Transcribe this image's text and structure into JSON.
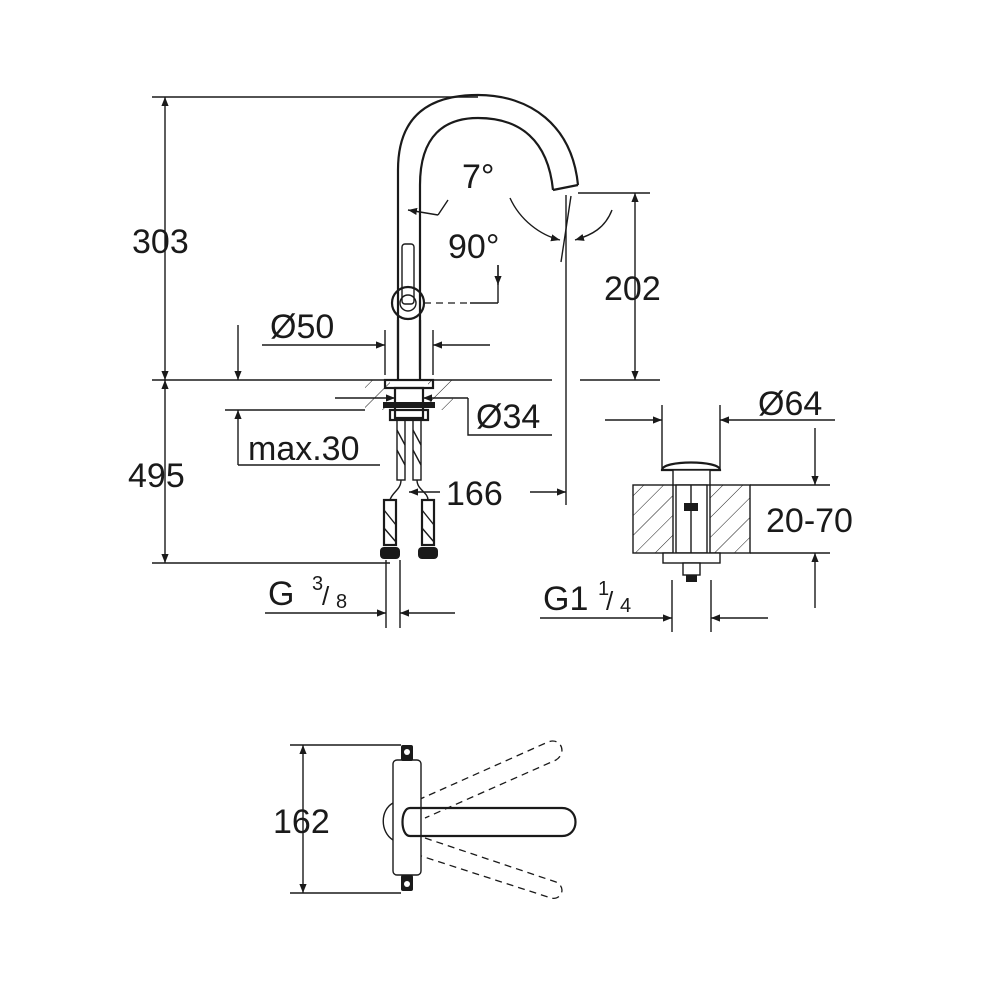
{
  "dimensions": {
    "height_total": "303",
    "spout_angle": "7°",
    "swivel_angle": "90°",
    "spout_height": "202",
    "base_diameter": "Ø50",
    "shank_diameter": "Ø34",
    "below_deck": "495",
    "deck_thickness": "max.30",
    "reach": "166",
    "waste_diameter": "Ø64",
    "waste_range": "20-70",
    "connection_thread": "G",
    "connection_num": "3",
    "connection_den": "8",
    "waste_thread": "G1",
    "waste_num": "1",
    "waste_den": "4",
    "top_view_width": "162"
  }
}
